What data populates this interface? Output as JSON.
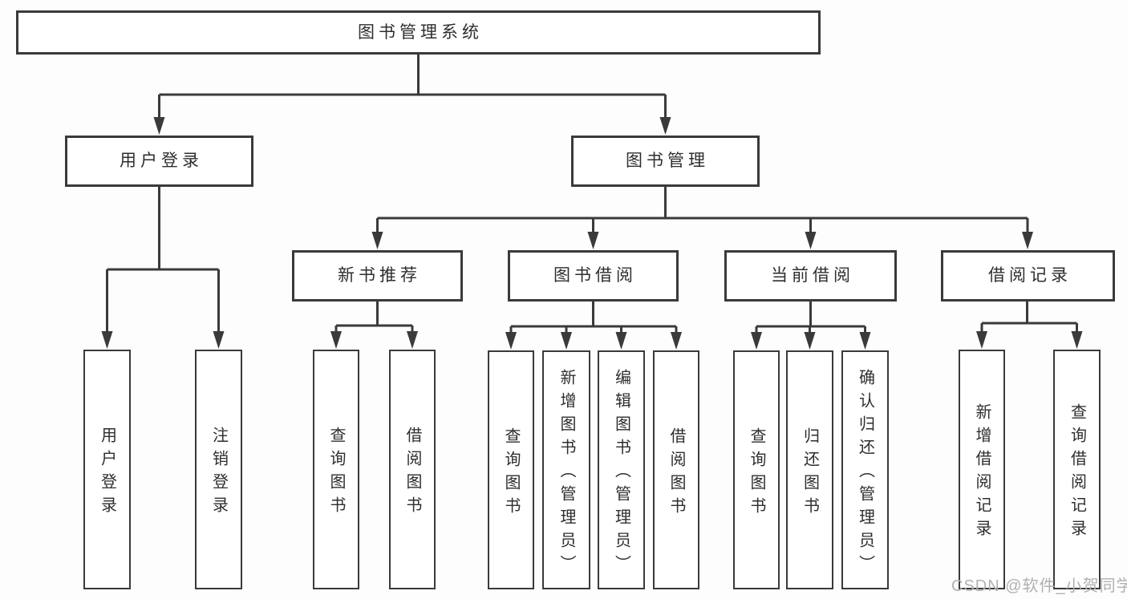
{
  "diagram_type": "hierarchy-tree",
  "colors": {
    "line": "#3a3a3a",
    "box_border": "#3a3a3a",
    "box_fill": "#ffffff",
    "text": "#2e2e2e",
    "watermark_text": "#b0b0b0",
    "background": "#fdfdfd"
  },
  "watermark": "CSDN @软件_小贺同学",
  "tree": {
    "label": "图书管理系统",
    "children": [
      {
        "label": "用户登录",
        "children": [
          {
            "label": "用户登录"
          },
          {
            "label": "注销登录"
          }
        ]
      },
      {
        "label": "图书管理",
        "children": [
          {
            "label": "新书推荐",
            "children": [
              {
                "label": "查询图书"
              },
              {
                "label": "借阅图书"
              }
            ]
          },
          {
            "label": "图书借阅",
            "children": [
              {
                "label": "查询图书"
              },
              {
                "label": "新增图书（管理员）"
              },
              {
                "label": "编辑图书（管理员）"
              },
              {
                "label": "借阅图书"
              }
            ]
          },
          {
            "label": "当前借阅",
            "children": [
              {
                "label": "查询图书"
              },
              {
                "label": "归还图书"
              },
              {
                "label": "确认归还（管理员）"
              }
            ]
          },
          {
            "label": "借阅记录",
            "children": [
              {
                "label": "新增借阅记录"
              },
              {
                "label": "查询借阅记录"
              }
            ]
          }
        ]
      }
    ]
  }
}
